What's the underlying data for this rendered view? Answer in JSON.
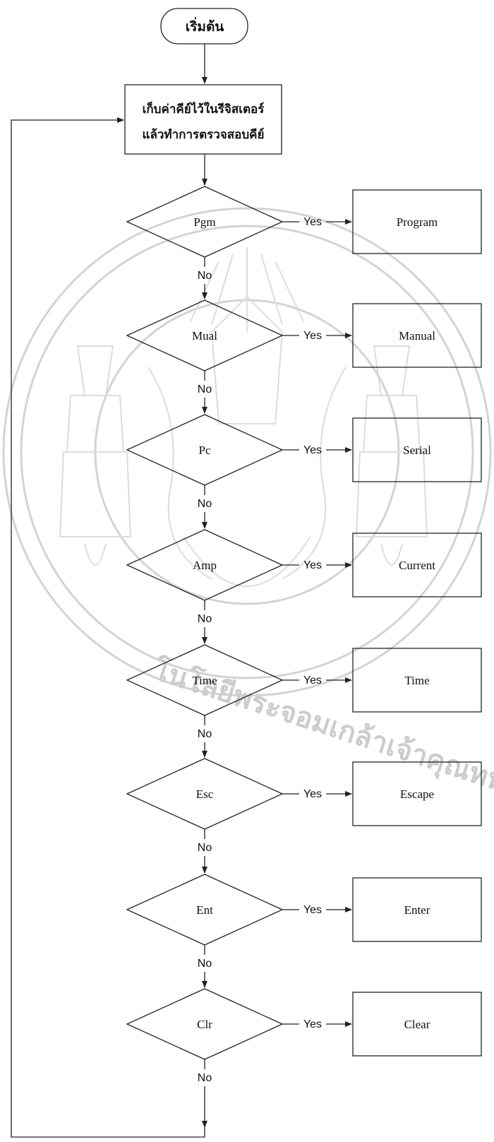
{
  "start": {
    "label": "เริ่มต้น"
  },
  "store": {
    "line1": "เก็บค่าคีย์ไว้ในรีจิสเตอร์",
    "line2": "แล้วทำการตรวจสอบคีย์"
  },
  "yes_label": "Yes",
  "no_label": "No",
  "decisions": [
    {
      "key": "Pgm",
      "result": "Program"
    },
    {
      "key": "Mual",
      "result": "Manual"
    },
    {
      "key": "Pc",
      "result": "Serial"
    },
    {
      "key": "Amp",
      "result": "Current"
    },
    {
      "key": "Time",
      "result": "Time"
    },
    {
      "key": "Esc",
      "result": "Escape"
    },
    {
      "key": "Ent",
      "result": "Enter"
    },
    {
      "key": "Clr",
      "result": "Clear"
    }
  ],
  "watermark": {
    "text": "โนโลยีพระจอมเกล้าเจ้าคุณทหารลาดกระบัง"
  }
}
